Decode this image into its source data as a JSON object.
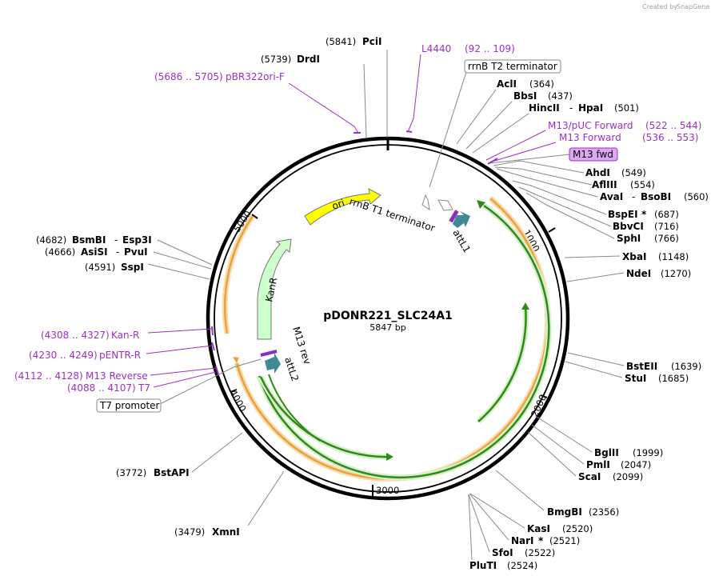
{
  "credit": {
    "created_by": "Created by",
    "brand": "SnapGene"
  },
  "plasmid": {
    "name": "pDONR221_SLC24A1",
    "length": "5847 bp"
  },
  "ticks": [
    "1000",
    "2000",
    "3000",
    "4000",
    "5000"
  ],
  "enzymes": {
    "PciI": {
      "name": "PciI",
      "pos": "(5841)"
    },
    "DrdI": {
      "name": "DrdI",
      "pos": "(5739)"
    },
    "AclI": {
      "name": "AclI",
      "pos": "(364)"
    },
    "BbsI": {
      "name": "BbsI",
      "pos": "(437)"
    },
    "HincII": {
      "name": "HincII",
      "name2": "HpaI",
      "pos": "(501)"
    },
    "AhdI": {
      "name": "AhdI",
      "pos": "(549)"
    },
    "AflIII": {
      "name": "AflIII",
      "pos": "(554)"
    },
    "AvaI": {
      "name": "AvaI",
      "name2": "BsoBI",
      "pos": "(560)"
    },
    "BspEI": {
      "name": "BspEI",
      "star": "*",
      "pos": "(687)"
    },
    "BbvCI": {
      "name": "BbvCI",
      "pos": "(716)"
    },
    "SphI": {
      "name": "SphI",
      "pos": "(766)"
    },
    "XbaI": {
      "name": "XbaI",
      "pos": "(1148)"
    },
    "NdeI": {
      "name": "NdeI",
      "pos": "(1270)"
    },
    "BstEII": {
      "name": "BstEII",
      "pos": "(1639)"
    },
    "StuI": {
      "name": "StuI",
      "pos": "(1685)"
    },
    "BglII": {
      "name": "BglII",
      "pos": "(1999)"
    },
    "PmlI": {
      "name": "PmlI",
      "pos": "(2047)"
    },
    "ScaI": {
      "name": "ScaI",
      "pos": "(2099)"
    },
    "BmgBI": {
      "name": "BmgBI",
      "pos": "(2356)"
    },
    "KasI": {
      "name": "KasI",
      "pos": "(2520)"
    },
    "NarI": {
      "name": "NarI",
      "star": "*",
      "pos": "(2521)"
    },
    "SfoI": {
      "name": "SfoI",
      "pos": "(2522)"
    },
    "PluTI": {
      "name": "PluTI",
      "pos": "(2524)"
    },
    "XmnI": {
      "name": "XmnI",
      "pos": "(3479)"
    },
    "BstAPI": {
      "name": "BstAPI",
      "pos": "(3772)"
    },
    "SspI": {
      "name": "SspI",
      "pos": "(4591)"
    },
    "AsiSI": {
      "name": "AsiSI",
      "name2": "PvuI",
      "pos": "(4666)"
    },
    "BsmBI": {
      "name": "BsmBI",
      "name2": "Esp3I",
      "pos": "(4682)"
    }
  },
  "primers": {
    "L4440": {
      "name": "L4440",
      "range": "(92 .. 109)"
    },
    "pBR322ori": {
      "name": "pBR322ori-F",
      "range": "(5686 .. 5705)"
    },
    "M13pUC": {
      "name": "M13/pUC Forward",
      "range": "(522 .. 544)"
    },
    "M13F": {
      "name": "M13 Forward",
      "range": "(536 .. 553)"
    },
    "M13fwd": {
      "name": "M13 fwd"
    },
    "KanR": {
      "name": "Kan-R",
      "range": "(4308 .. 4327)"
    },
    "pENTRR": {
      "name": "pENTR-R",
      "range": "(4230 .. 4249)"
    },
    "M13R": {
      "name": "M13 Reverse",
      "range": "(4112 .. 4128)"
    },
    "T7": {
      "name": "T7",
      "range": "(4088 .. 4107)"
    }
  },
  "boxed": {
    "rrnB_T2": "rrnB T2 terminator",
    "T7_promoter": "T7 promoter"
  },
  "features": {
    "ori": "ori",
    "KanR": "KanR",
    "rrnB_T1": "rrnB T1 terminator",
    "attL1": "attL1",
    "attL2": "attL2",
    "M13rev": "M13 rev"
  },
  "colors": {
    "ori": "#ffff00",
    "KanR": "#ccffcc",
    "attL": "#3f8a96",
    "orf_orange": "#e8a33c",
    "orf_green": "#2f8a1a",
    "primer": "#9a30c8",
    "M13fwd_box": "#dca8f0"
  }
}
